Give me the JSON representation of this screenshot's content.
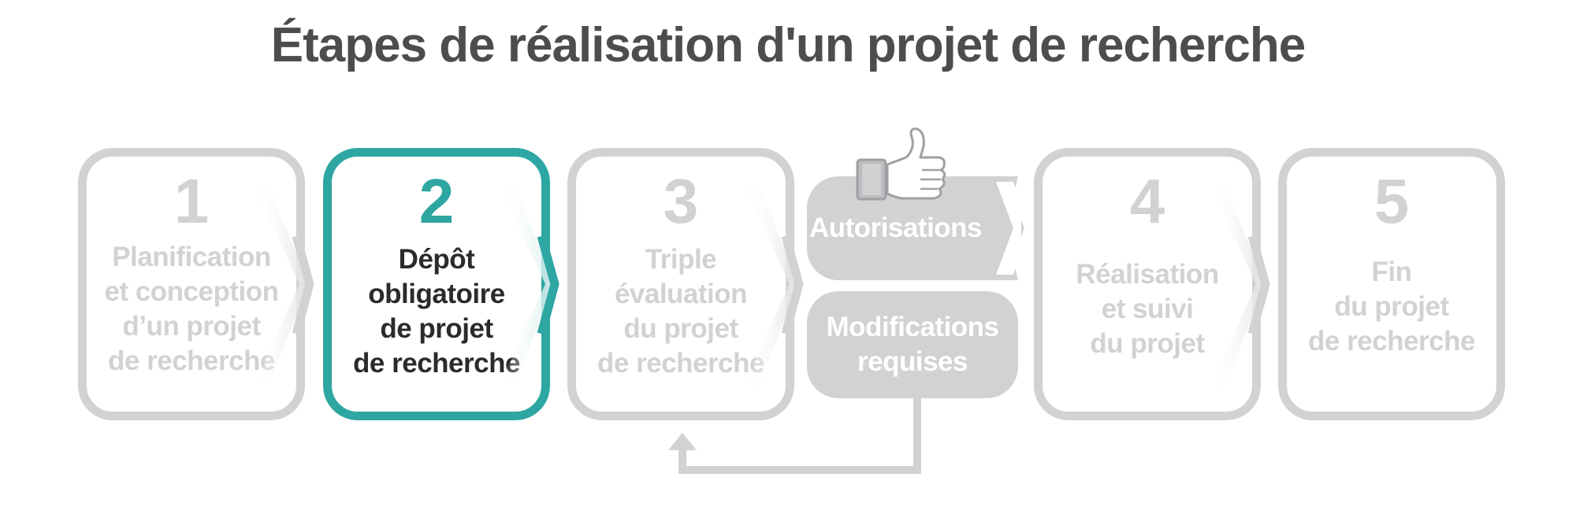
{
  "title": "Étapes de réalisation d'un projet de recherche",
  "steps": [
    {
      "number": "1",
      "lines": [
        "Planification",
        "et conception",
        "d’un projet",
        "de recherche"
      ],
      "active": false
    },
    {
      "number": "2",
      "lines": [
        "Dépôt",
        "obligatoire",
        "de projet",
        "de recherche"
      ],
      "active": true
    },
    {
      "number": "3",
      "lines": [
        "Triple",
        "évaluation",
        "du projet",
        "de recherche"
      ],
      "active": false
    },
    {
      "number": "4",
      "lines": [
        "Réalisation",
        "et suivi",
        "du projet"
      ],
      "active": false
    },
    {
      "number": "5",
      "lines": [
        "Fin",
        "du projet",
        "de recherche"
      ],
      "active": false
    }
  ],
  "branch": {
    "authorizations_label": "Autorisations",
    "modifications_label": "Modifications requises"
  },
  "colors": {
    "accent": "#2ea6a2",
    "inactive": "#d1d2d4",
    "active_text": "#2b2b2d",
    "title": "#4d4d4f"
  },
  "icons": [
    "thumbs-up-icon",
    "chevron-right-icon",
    "arrow-up-icon"
  ]
}
